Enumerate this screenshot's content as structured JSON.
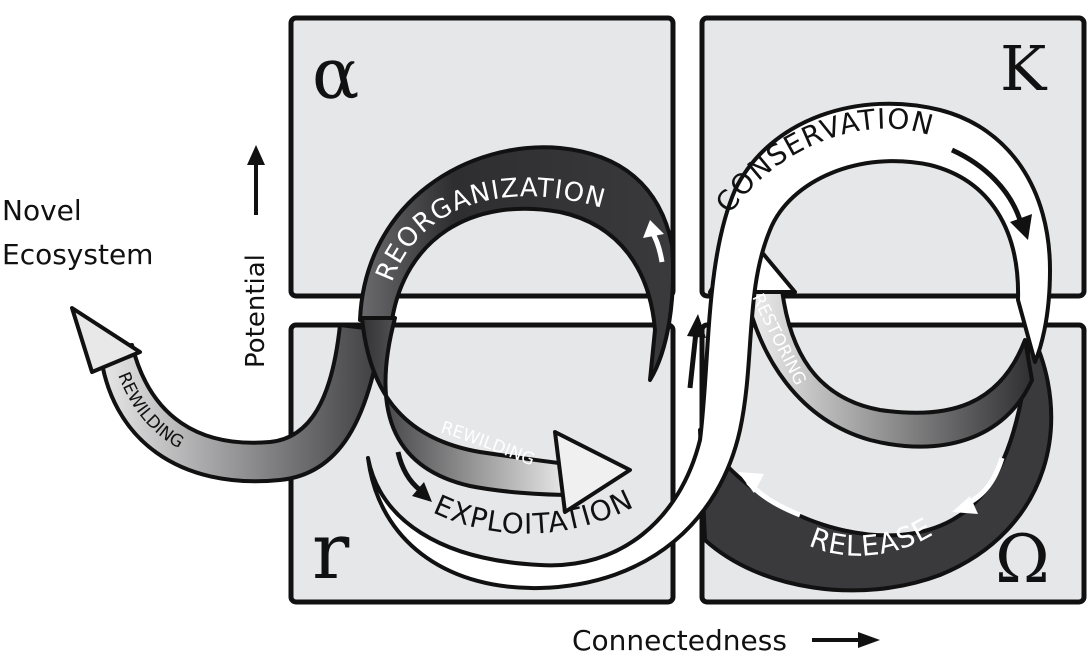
{
  "quadrants": {
    "alpha": "α",
    "kappa": "K",
    "r": "r",
    "omega": "Ω"
  },
  "axes": {
    "x_label": "Connectedness",
    "y_label": "Potential"
  },
  "side_label": {
    "line1": "Novel",
    "line2": "Ecosystem"
  },
  "phases": {
    "reorganization": "REORGANIZATION",
    "conservation": "CONSERVATION",
    "exploitation": "EXPLOITATION",
    "release": "RELEASE"
  },
  "pathways": {
    "rewilding_left": "REWILDING",
    "rewilding_center": "REWILDING",
    "restoring": "RESTORING"
  },
  "colors": {
    "panel_fill": "#e6e7e8",
    "dark_band": "#3a3a3c",
    "light_band": "#ffffff",
    "outline": "#111111"
  }
}
